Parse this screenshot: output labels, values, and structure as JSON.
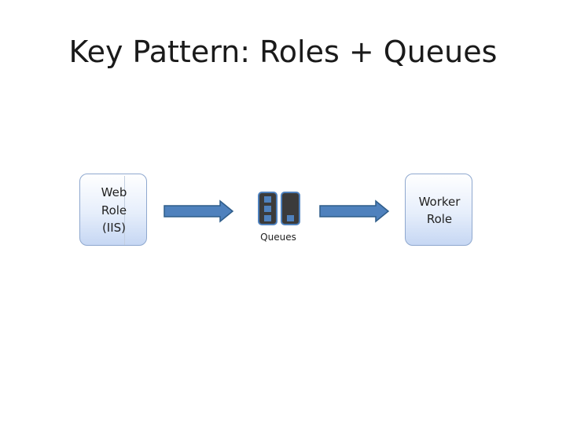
{
  "slide": {
    "title": "Key Pattern: Roles + Queues"
  },
  "web_role": {
    "lines": [
      "Web",
      "Role",
      "(IIS)"
    ]
  },
  "worker_role": {
    "lines": [
      "Worker",
      "Role"
    ]
  },
  "queues": {
    "label": "Queues"
  },
  "colors": {
    "arrow_fill": "#4f81bd",
    "arrow_stroke": "#2f5d8a",
    "queue_body": "#3b3b3b",
    "queue_item": "#4f81bd",
    "box_border": "#8fa8cf"
  }
}
